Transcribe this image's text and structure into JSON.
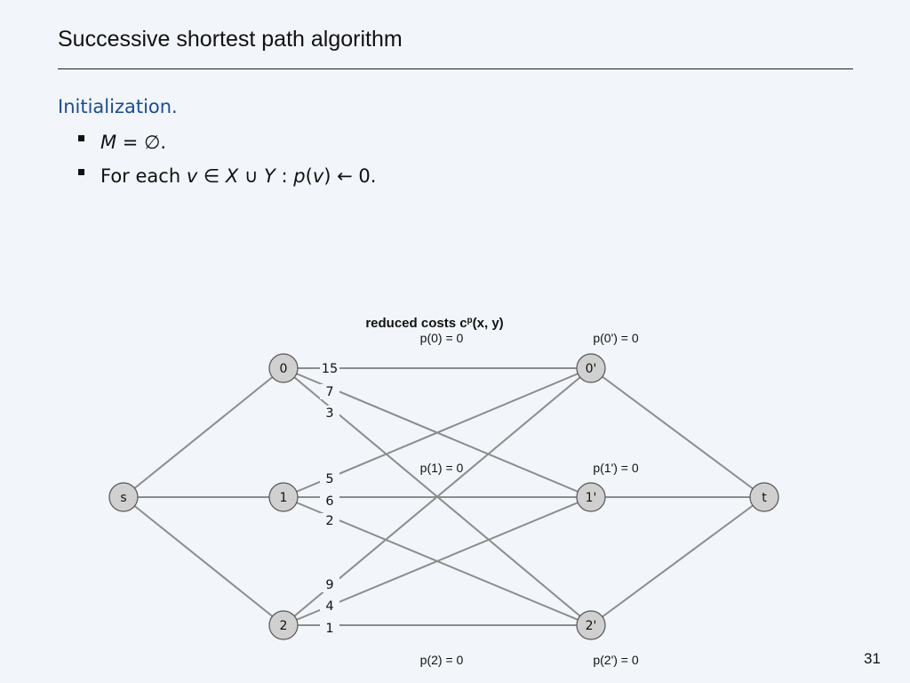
{
  "slide": {
    "title": "Successive shortest path algorithm",
    "section": "Initialization.",
    "bullets": [
      {
        "var": "M",
        "rest": " = ∅."
      },
      {
        "prefix": "For each ",
        "expr_a": "v",
        "sym1": " ∈ ",
        "expr_b": "X",
        "sym2": " ∪ ",
        "expr_c": "Y",
        "sym3": " : ",
        "expr_d": "p",
        "lp": "(",
        "expr_e": "v",
        "rp": ")",
        "tail": " ← 0."
      }
    ],
    "page_number": "31"
  },
  "diagram": {
    "caption_main": "reduced costs c",
    "caption_sup": "p",
    "caption_args": "(x, y)",
    "nodes": [
      {
        "id": "s",
        "label": "s"
      },
      {
        "id": "0",
        "label": "0"
      },
      {
        "id": "1",
        "label": "1"
      },
      {
        "id": "2",
        "label": "2"
      },
      {
        "id": "0p",
        "label": "0'"
      },
      {
        "id": "1p",
        "label": "1'"
      },
      {
        "id": "2p",
        "label": "2'"
      },
      {
        "id": "t",
        "label": "t"
      }
    ],
    "potentials": [
      {
        "node": "0",
        "text": "p(0) = 0"
      },
      {
        "node": "0p",
        "text": "p(0') = 0"
      },
      {
        "node": "1",
        "text": "p(1) = 0"
      },
      {
        "node": "1p",
        "text": "p(1') = 0"
      },
      {
        "node": "2",
        "text": "p(2) = 0"
      },
      {
        "node": "2p",
        "text": "p(2') = 0"
      }
    ],
    "edges": [
      {
        "from": "s",
        "to": "0"
      },
      {
        "from": "s",
        "to": "1"
      },
      {
        "from": "s",
        "to": "2"
      },
      {
        "from": "0",
        "to": "0p",
        "cost": "15"
      },
      {
        "from": "0",
        "to": "1p",
        "cost": "7"
      },
      {
        "from": "0",
        "to": "2p",
        "cost": "3"
      },
      {
        "from": "1",
        "to": "0p",
        "cost": "5"
      },
      {
        "from": "1",
        "to": "1p",
        "cost": "6"
      },
      {
        "from": "1",
        "to": "2p",
        "cost": "2"
      },
      {
        "from": "2",
        "to": "0p",
        "cost": "9"
      },
      {
        "from": "2",
        "to": "1p",
        "cost": "4"
      },
      {
        "from": "2",
        "to": "2p",
        "cost": "1"
      },
      {
        "from": "0p",
        "to": "t"
      },
      {
        "from": "1p",
        "to": "t"
      },
      {
        "from": "2p",
        "to": "t"
      }
    ]
  },
  "colors": {
    "background": "#f2f5f9",
    "heading": "#1b4c96",
    "edge": "#8c8c8c",
    "node_fill": "#d0d0d0"
  }
}
